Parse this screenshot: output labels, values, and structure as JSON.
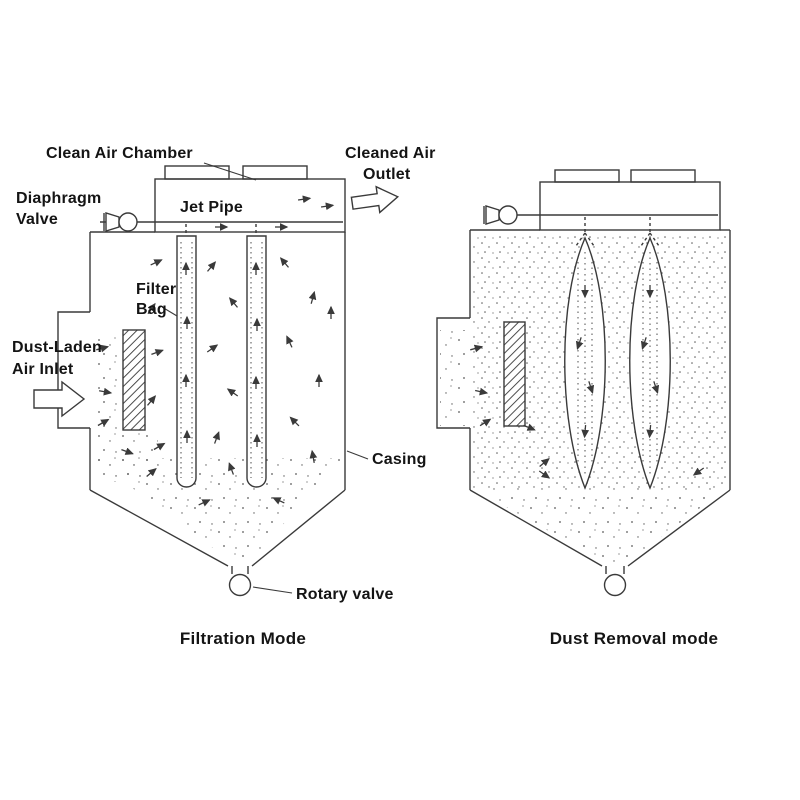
{
  "figure": {
    "background": "#ffffff",
    "line_color": "#3a3a3a",
    "text_color": "#141414",
    "left": {
      "caption": "Filtration Mode",
      "labels": {
        "clean_air_chamber": "Clean Air Chamber",
        "cleaned_air_line1": "Cleaned Air",
        "cleaned_air_line2": "Outlet",
        "diaphragm_line1": "Diaphragm",
        "diaphragm_line2": "Valve",
        "jet_pipe": "Jet Pipe",
        "filter_line1": "Filter",
        "filter_line2": "Bag",
        "dust_line1": "Dust-Laden",
        "dust_line2": "Air Inlet",
        "casing": "Casing",
        "rotary_valve": "Rotary valve"
      }
    },
    "right": {
      "caption": "Dust Removal mode"
    }
  }
}
